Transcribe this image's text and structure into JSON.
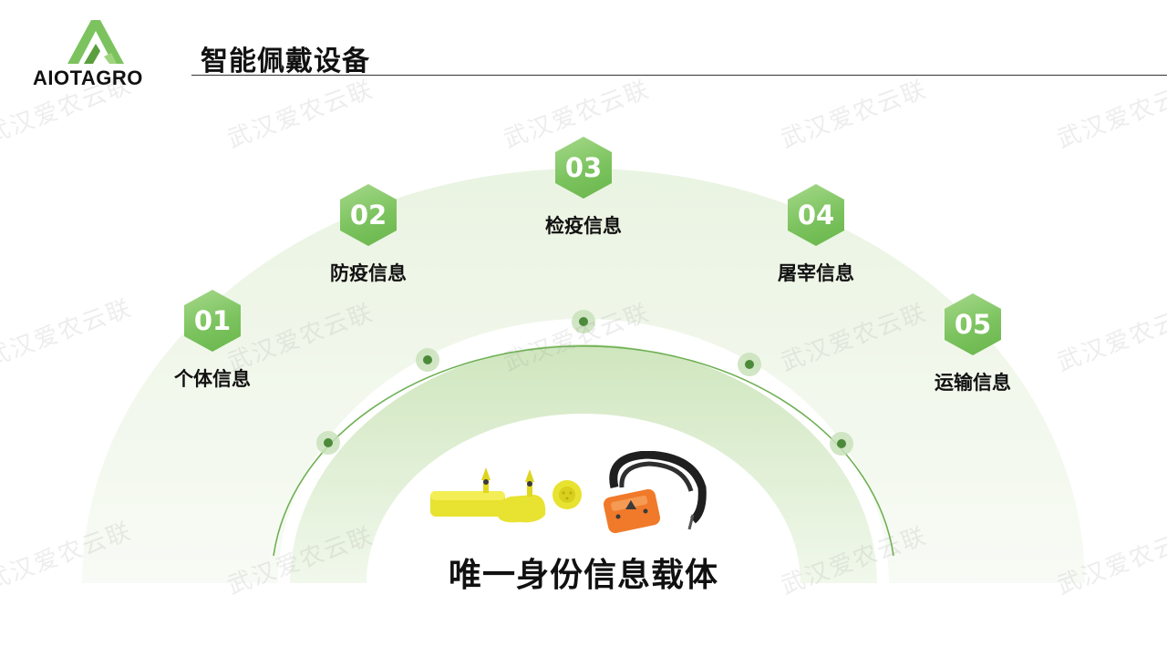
{
  "logo": {
    "wordmark": "AIOTAGRO",
    "brand_color": "#7cc35f"
  },
  "header": {
    "title": "智能佩戴设备"
  },
  "watermark": {
    "text": "武汉爱农云联"
  },
  "nodes": [
    {
      "number": "01",
      "label": "个体信息"
    },
    {
      "number": "02",
      "label": "防疫信息"
    },
    {
      "number": "03",
      "label": "检疫信息"
    },
    {
      "number": "04",
      "label": "屠宰信息"
    },
    {
      "number": "05",
      "label": "运输信息"
    }
  ],
  "caption": "唯一身份信息载体",
  "colors": {
    "accent_green": "#7cc35f",
    "arc_light": "#eef6e8",
    "arc_inner": "#d8ebcb",
    "dot_green": "#4c8a3a",
    "tag_yellow": "#e8e230",
    "collar_orange": "#f07a2a"
  },
  "products": {
    "items": [
      "ear-tag-flat",
      "ear-tag-round",
      "ear-tag-button",
      "smart-collar"
    ]
  }
}
